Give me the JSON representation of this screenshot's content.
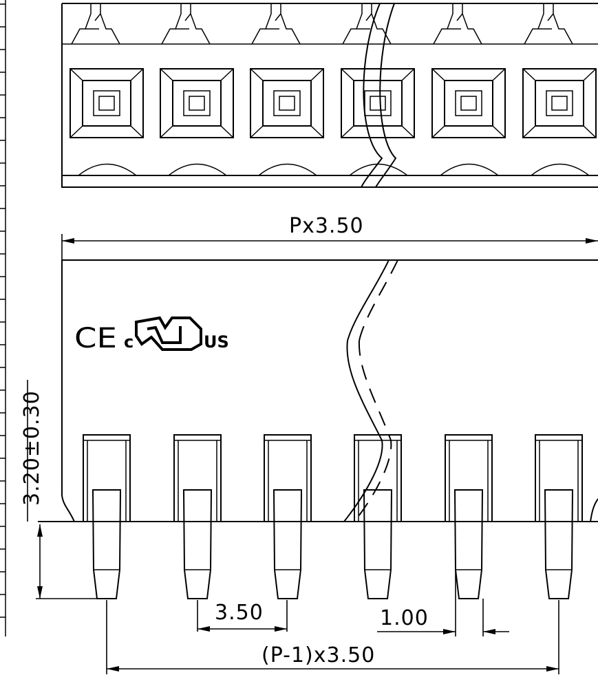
{
  "dimensions": {
    "overall_width": "Px3.50",
    "height": "3.20±0.30",
    "pitch": "3.50",
    "pin_width": "1.00",
    "pin_span": "(P-1)x3.50"
  },
  "certification_marks": {
    "ce": "CE",
    "ul_prefix": "c",
    "ul_suffix": "US",
    "ul_icon": "ul-recognized-icon"
  }
}
